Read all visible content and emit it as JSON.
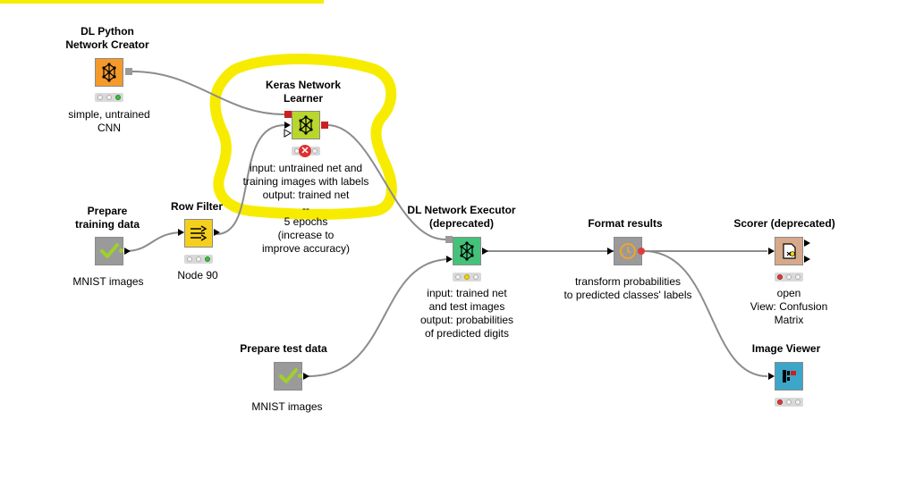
{
  "colors": {
    "highlight": "#f7ec00",
    "connection": "#8c8c8c",
    "source_orange": "#f59a2a",
    "learner_lime": "#b8d62e",
    "filter_yellow": "#f5cf1e",
    "reader_gray": "#9a9a9a",
    "executor_green": "#45c27a",
    "manipulator_orange": "#f5a623",
    "scorer_tan": "#d6a98a",
    "viewer_blue": "#3ca6c8",
    "status_green": "#3cbf3c",
    "status_yellow": "#f2d600",
    "status_red": "#e03c3c"
  },
  "nodes": {
    "dl_python_creator": {
      "title": "DL Python\nNetwork Creator",
      "comment": "simple, untrained\nCNN",
      "icon": "network-icon",
      "status": "green"
    },
    "keras_learner": {
      "title": "Keras Network\nLearner",
      "comment": "input: untrained net and\ntraining images with labels\noutput: trained net\n--\n5 epochs\n(increase to\nimprove accuracy)",
      "icon": "network-icon",
      "status": "error",
      "error_glyph": "✕"
    },
    "prepare_training": {
      "title": "Prepare\ntraining data",
      "comment": "MNIST images",
      "icon": "checkmark-icon"
    },
    "row_filter": {
      "title": "Row Filter",
      "comment": "Node 90",
      "icon": "filter-icon",
      "status": "green"
    },
    "dl_executor": {
      "title": "DL Network Executor\n(deprecated)",
      "comment": "input: trained net\nand test images\noutput: probabilities\nof predicted digits",
      "icon": "network-icon",
      "status": "yellow"
    },
    "format_results": {
      "title": "Format results",
      "comment": "transform probabilities\nto predicted classes' labels",
      "icon": "clock-icon"
    },
    "scorer": {
      "title": "Scorer (deprecated)",
      "comment": "open\nView: Confusion Matrix",
      "icon": "scorer-icon",
      "status": "red"
    },
    "image_viewer": {
      "title": "Image Viewer",
      "icon": "viewer-icon",
      "status": "red"
    },
    "prepare_test": {
      "title": "Prepare test data",
      "comment": "MNIST images",
      "icon": "checkmark-icon"
    }
  }
}
